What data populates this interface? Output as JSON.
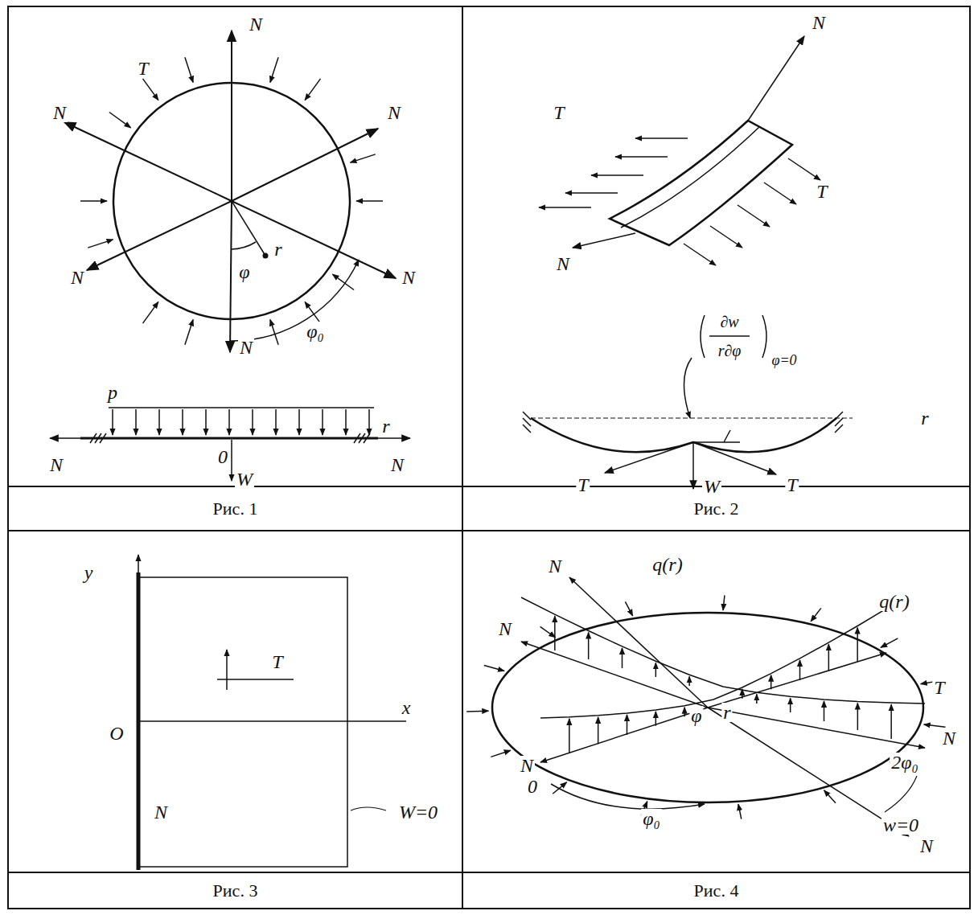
{
  "diagram": {
    "nodes": [
      {
        "text": [
          "Рис. 1"
        ]
      },
      {
        "text": [
          "Рис. 2"
        ]
      },
      {
        "text": [
          "Рис. 3"
        ]
      },
      {
        "text": [
          "Рис. 4"
        ]
      }
    ],
    "labels": [
      "N",
      "T",
      "N",
      "N",
      "N",
      "N",
      "N",
      "r",
      "φ",
      "φ₀",
      "p",
      "r",
      "N",
      "0",
      "N",
      "W",
      "N",
      "T",
      "T",
      "N",
      "∂w",
      "r∂φ",
      "φ=0",
      "r",
      "T",
      "W",
      "T",
      "y",
      "T",
      "x",
      "O",
      "N",
      "W=0",
      "N",
      "q(r)",
      "q(r)",
      "T",
      "N",
      "2φ₀",
      "N",
      "φ",
      "r",
      "N",
      "0",
      "φ₀",
      "w=0",
      "N"
    ]
  }
}
